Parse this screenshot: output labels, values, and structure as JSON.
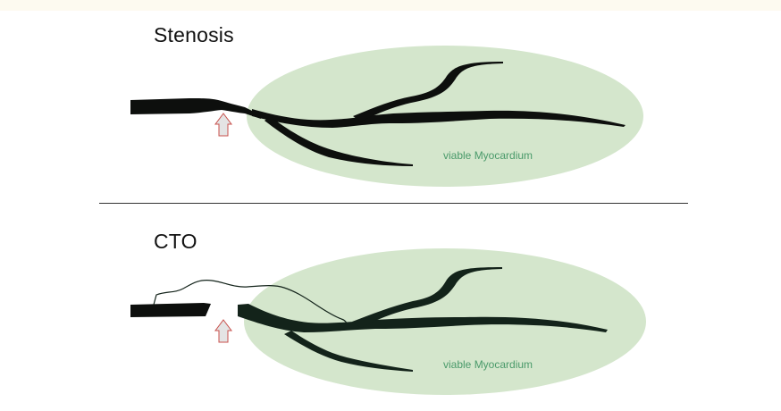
{
  "panels": {
    "stenosis": {
      "title": "Stenosis",
      "region_label": "viable Myocardium"
    },
    "cto": {
      "title": "CTO",
      "region_label": "viable Myocardium"
    }
  },
  "colors": {
    "myocardium_fill": "#d4e6cc",
    "myocardium_label": "#4a9a6a",
    "vessel": "#0d0f0d",
    "cto_vessel": "#13231a",
    "arrow_stroke": "#c8504c",
    "arrow_fill": "#e4e4e4",
    "divider": "#333333"
  },
  "icons": {
    "lesion_pointer": "up-arrow-icon"
  }
}
